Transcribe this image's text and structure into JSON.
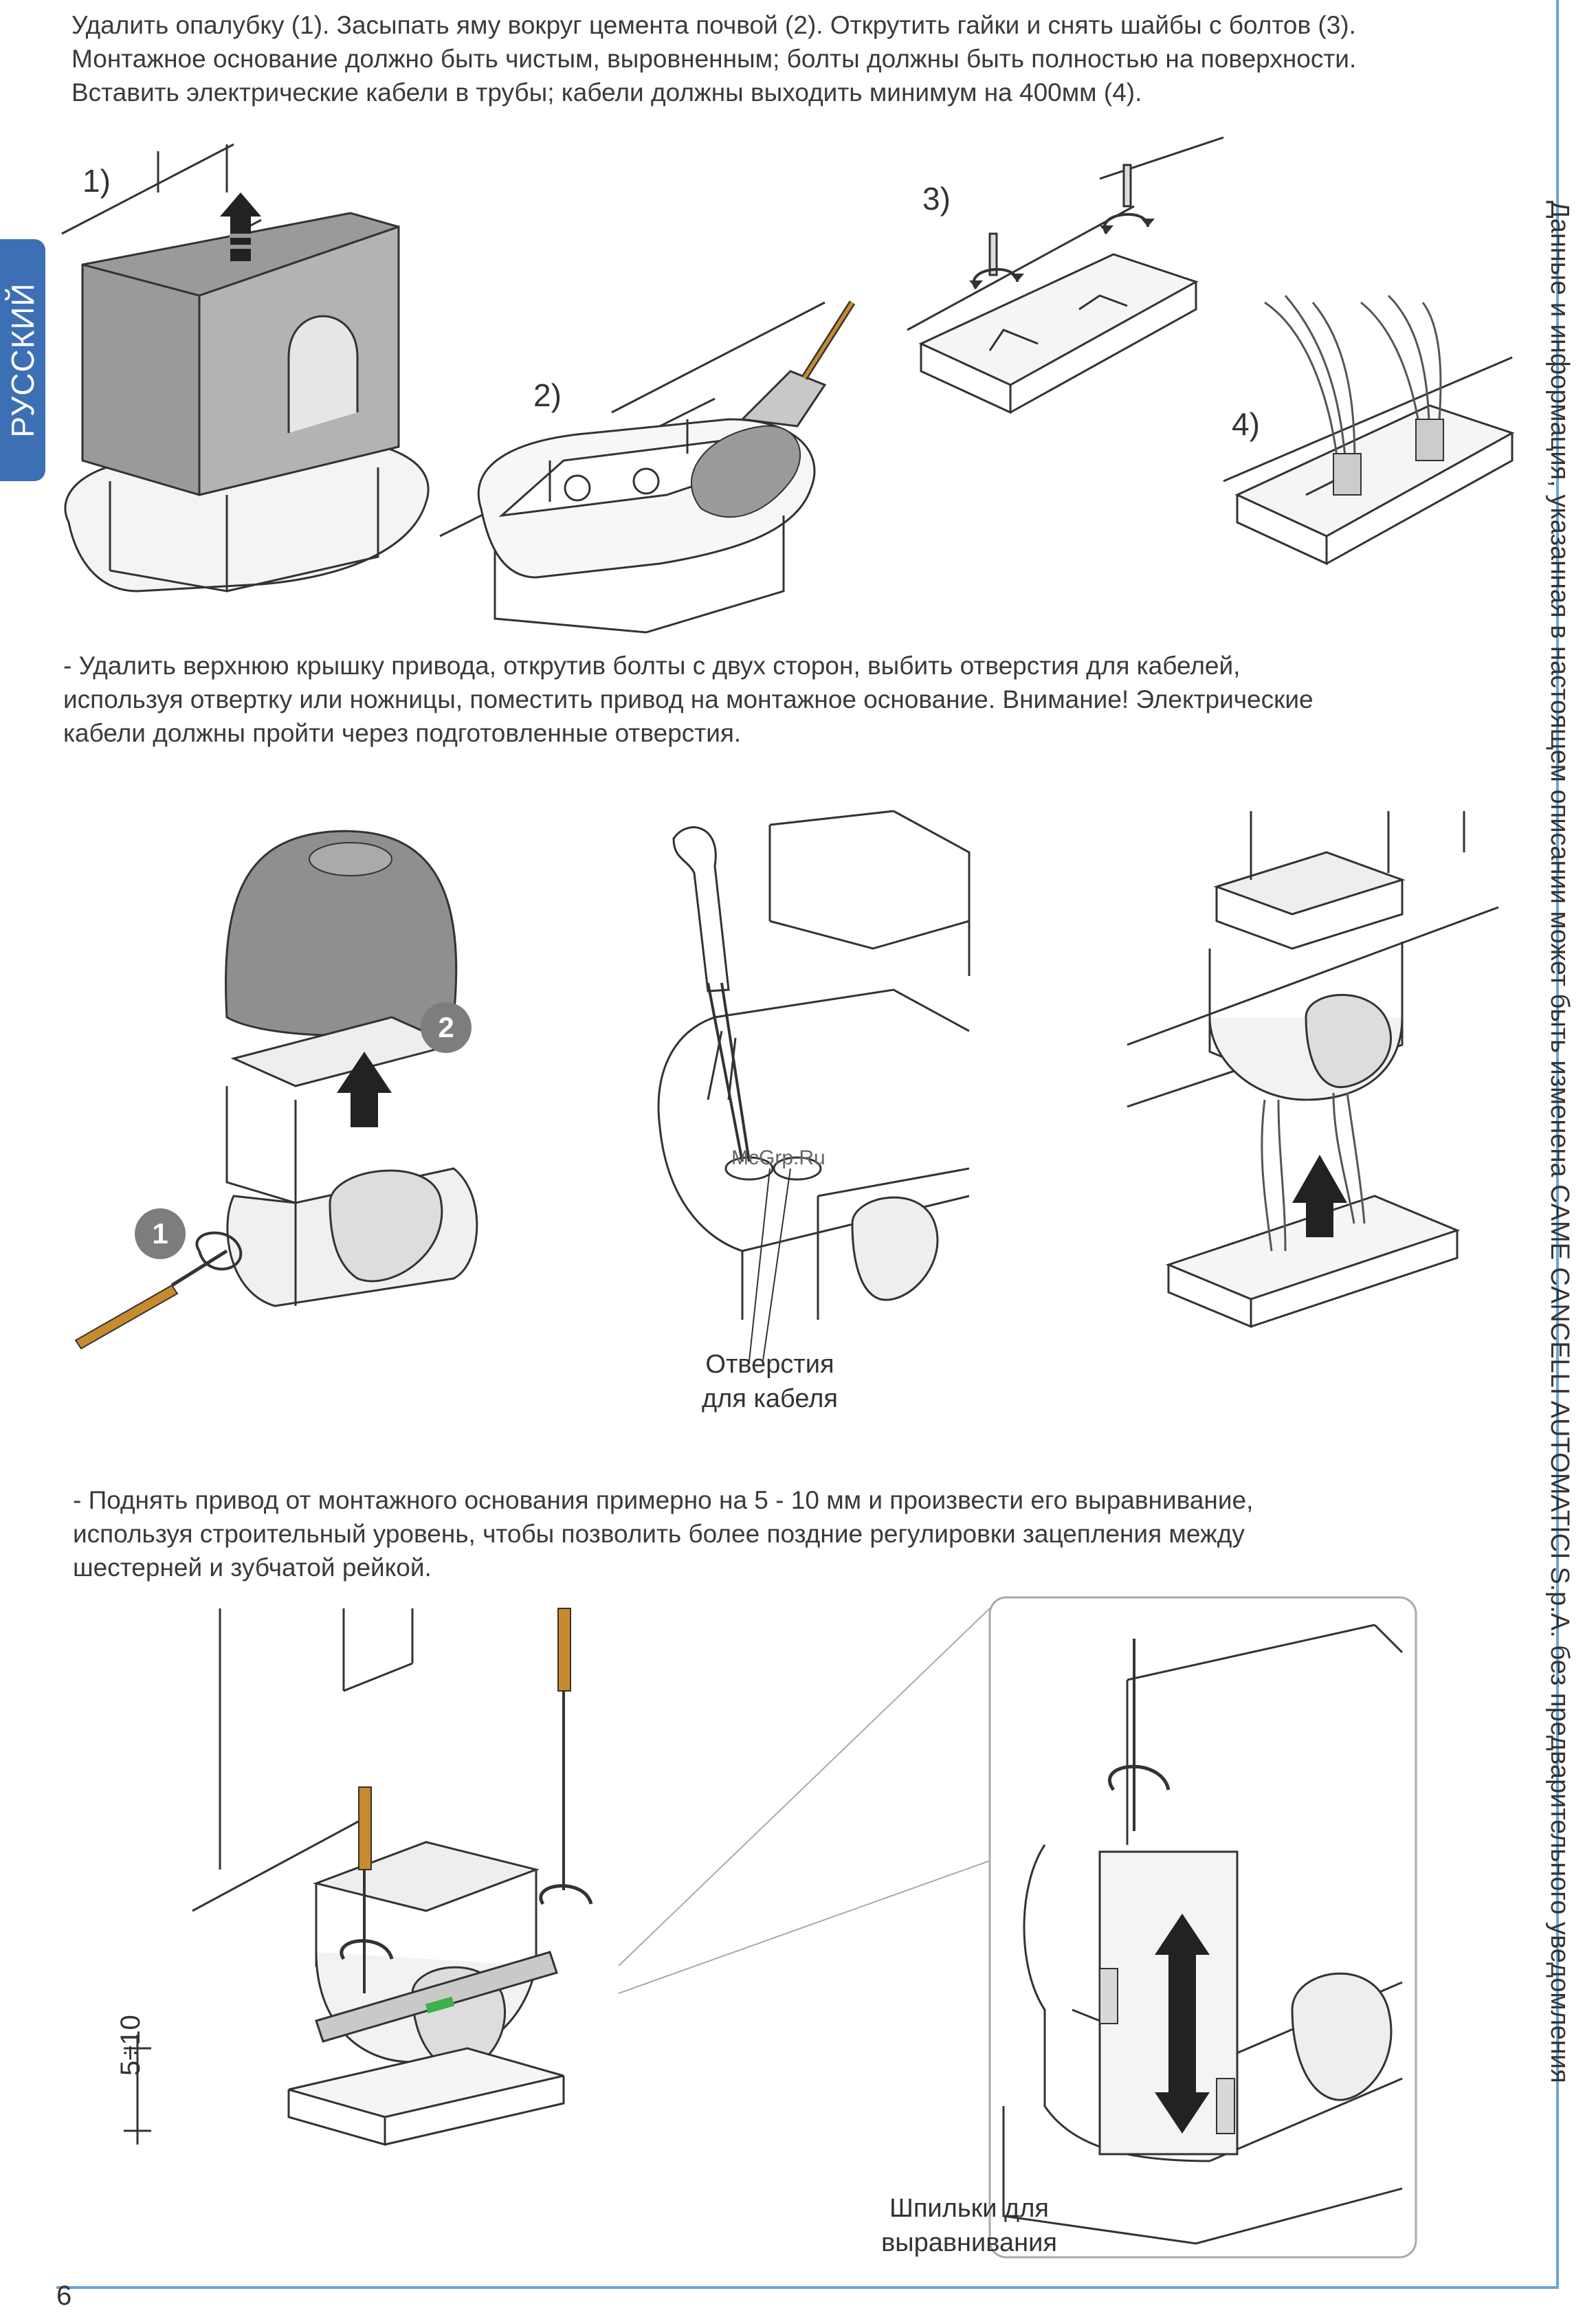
{
  "side_tab": {
    "label": "РУССКИЙ"
  },
  "side_note": {
    "text": "Данные и информация, указанная в настоящем описании может быть изменена CAME CANCELLI AUTOMATICI S.p.A. без предварительного уведомления"
  },
  "section1": {
    "lines": [
      "Удалить опалубку (1). Засыпать яму вокруг цемента почвой (2). Открутить гайки и снять шайбы с болтов (3).",
      "Монтажное основание должно быть чистым, выровненным; болты должны быть полностью на поверхности.",
      "Вставить электрические кабели в трубы; кабели должны выходить минимум на 400мм (4)."
    ],
    "steps": [
      "1)",
      "2)",
      "3)",
      "4)"
    ]
  },
  "section2": {
    "lines": [
      "- Удалить верхнюю крышку привода, открутив болты с двух сторон, выбить отверстия для кабелей,",
      "используя отвертку или ножницы, поместить привод на монтажное основание. Внимание! Электрические",
      "кабели должны пройти через подготовленные отверстия."
    ],
    "badges": [
      "1",
      "2"
    ],
    "watermark": "McGrp.Ru",
    "caption": [
      "Отверстия",
      "для кабеля"
    ]
  },
  "section3": {
    "lines": [
      "- Поднять привод от монтажного основания примерно на 5 - 10 мм и произвести его выравнивание,",
      "используя строительный уровень, чтобы позволить более поздние регулировки зацепления между",
      "шестерней и зубчатой рейкой."
    ],
    "dimension": "5÷10",
    "caption": [
      "Шпильки для",
      "выравнивания"
    ]
  },
  "page": {
    "number": "6"
  },
  "colors": {
    "accent": "#3d6fb4",
    "frame": "#6aa6d6",
    "tool_handle": "#c88a2e",
    "level_bubble": "#3cb04a"
  }
}
